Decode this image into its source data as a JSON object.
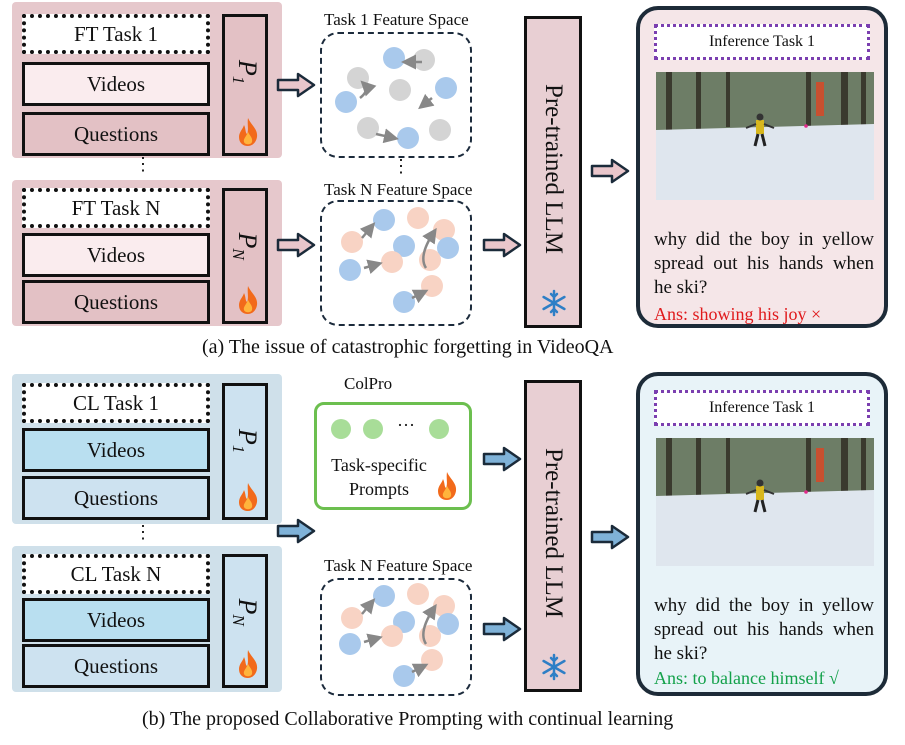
{
  "panel_a": {
    "task1_label": "FT Task 1",
    "taskN_label": "FT Task N",
    "videos_label": "Videos",
    "questions_label": "Questions",
    "p1_base": "P",
    "p1_sub": "1",
    "pN_base": "P",
    "pN_sub": "N",
    "feature_space_1": "Task 1 Feature Space",
    "feature_space_N": "Task N Feature Space",
    "llm_label": "Pre-trained LLM",
    "inference_title": "Inference Task 1",
    "question": "why did the boy in yellow spread out his hands when he ski?",
    "answer": "Ans: showing his joy ×",
    "caption": "(a) The issue of catastrophic forgetting in VideoQA",
    "dots": "⋮"
  },
  "panel_b": {
    "task1_label": "CL Task 1",
    "taskN_label": "CL Task N",
    "videos_label": "Videos",
    "questions_label": "Questions",
    "p1_base": "P",
    "p1_sub": "1",
    "pN_base": "P",
    "pN_sub": "N",
    "colpro_title": "ColPro",
    "colpro_ellipsis": "···",
    "colpro_label": "Task-specific Prompts",
    "feature_space_N": "Task N Feature Space",
    "llm_label": "Pre-trained LLM",
    "inference_title": "Inference Task 1",
    "question": "why did the boy in yellow spread out his hands when he ski?",
    "answer": "Ans: to balance himself √",
    "caption": "(b) The proposed Collaborative Prompting with continual learning",
    "dots": "⋮"
  },
  "colors": {
    "wrong_answer": "#e0191b",
    "right_answer": "#13a14a",
    "blue_node": "#a9c9ec",
    "gray_node": "#d4d4d4",
    "peach_node": "#f8d3c4",
    "green_node": "#a8dd98",
    "arrow_pink": "#e9c6cb",
    "arrow_blue": "#7fb2d8"
  },
  "icons": [
    "flame-icon",
    "snowflake-icon",
    "outline-arrow-icon"
  ]
}
